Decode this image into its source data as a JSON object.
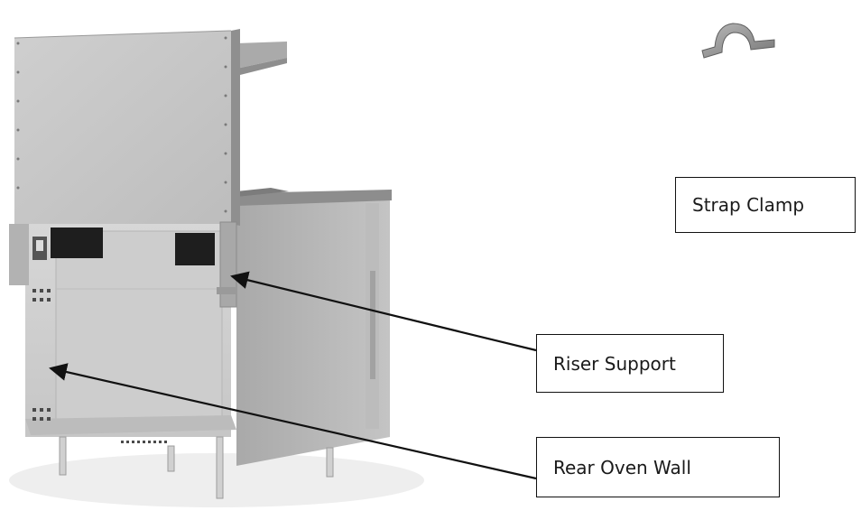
{
  "labels": {
    "strap_clamp": "Strap Clamp",
    "riser_support": "Riser Support",
    "rear_oven_wall": "Rear Oven Wall"
  },
  "colors": {
    "panel": "#c9c9c9",
    "panel_dark": "#9d9d9d",
    "arrow": "#111111",
    "border": "#111111"
  },
  "parts": {
    "illustration": "commercial range rear view",
    "clamp_icon": "strap-clamp-icon"
  }
}
